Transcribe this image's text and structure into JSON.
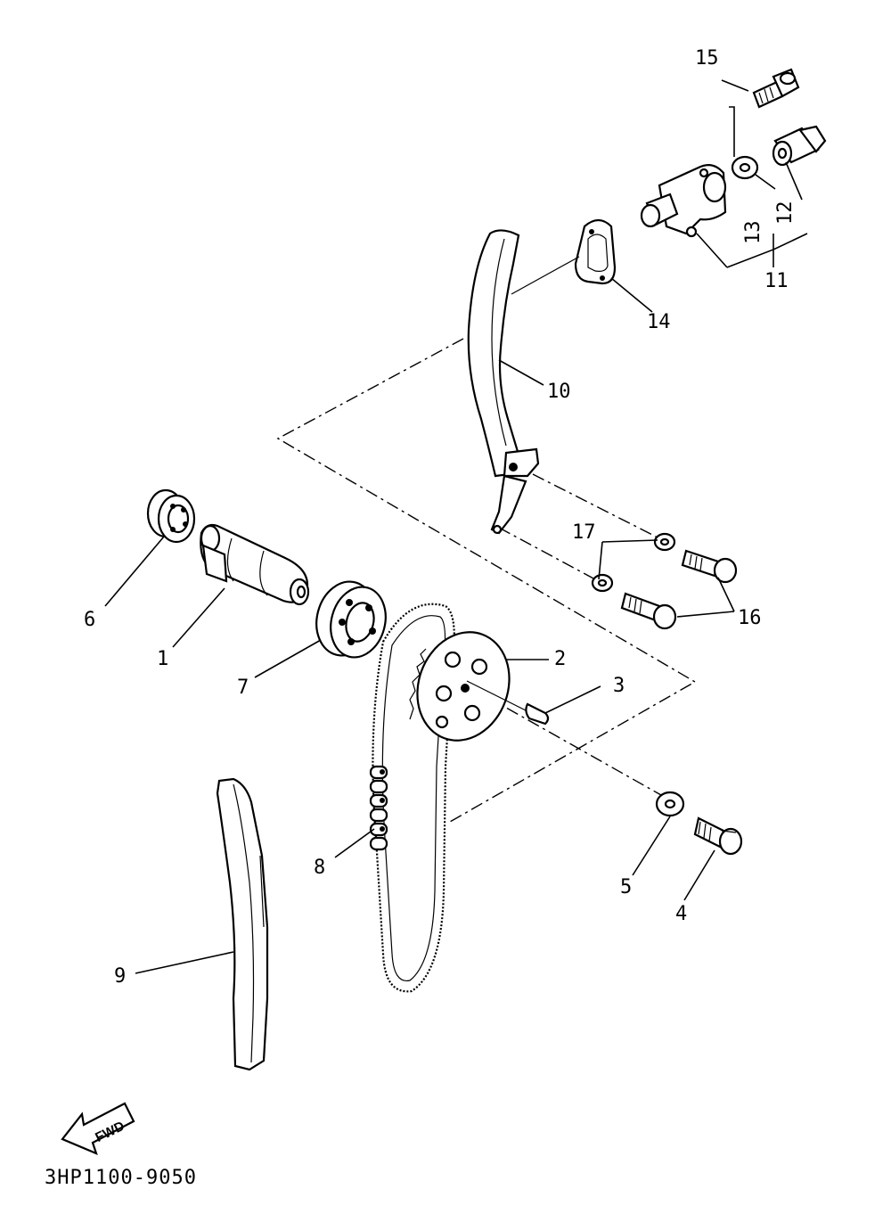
{
  "diagram_code": "3HP1100-9050",
  "direction_arrow": {
    "label": "FWD",
    "icon": "fwd-arrow-icon"
  },
  "callouts": [
    {
      "id": "1",
      "text": "1"
    },
    {
      "id": "2",
      "text": "2"
    },
    {
      "id": "3",
      "text": "3"
    },
    {
      "id": "4",
      "text": "4"
    },
    {
      "id": "5",
      "text": "5"
    },
    {
      "id": "6",
      "text": "6"
    },
    {
      "id": "7",
      "text": "7"
    },
    {
      "id": "8",
      "text": "8"
    },
    {
      "id": "9",
      "text": "9"
    },
    {
      "id": "10",
      "text": "10"
    },
    {
      "id": "11",
      "text": "11"
    },
    {
      "id": "12",
      "text": "12"
    },
    {
      "id": "13",
      "text": "13"
    },
    {
      "id": "14",
      "text": "14"
    },
    {
      "id": "15",
      "text": "15"
    },
    {
      "id": "16",
      "text": "16"
    },
    {
      "id": "17",
      "text": "17"
    }
  ]
}
